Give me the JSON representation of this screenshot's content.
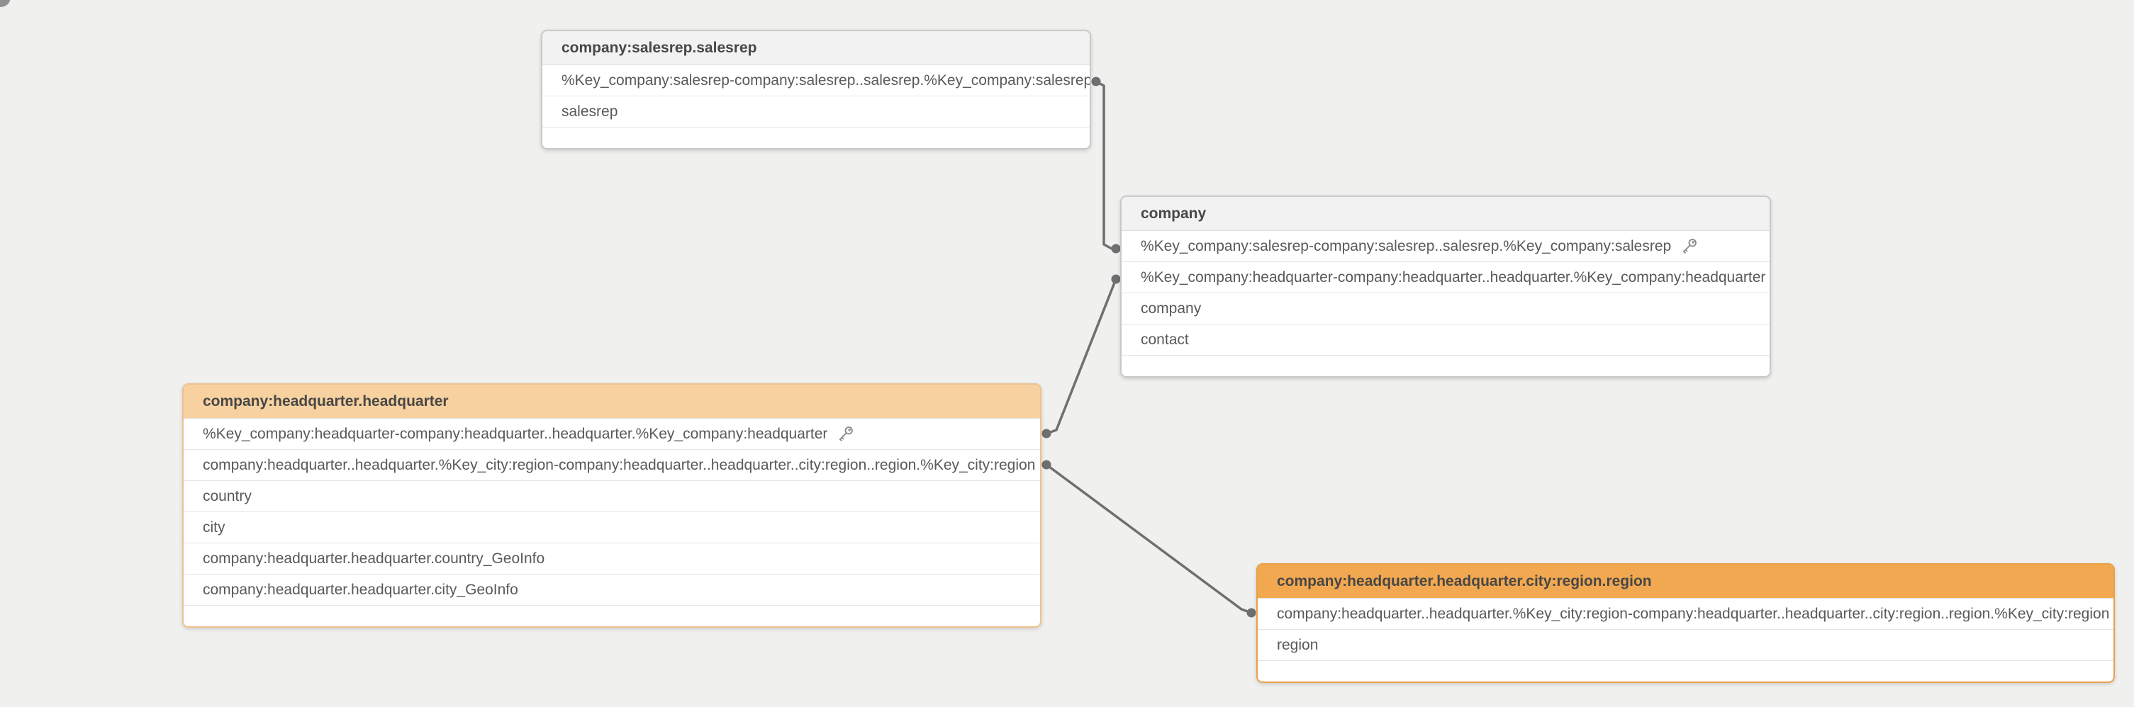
{
  "canvas": {
    "background": "#f0f0ee",
    "connector_color": "#6f6f6f",
    "key_icon_color": "#8c8c8c"
  },
  "tables": [
    {
      "title": "company:salesrep.salesrep",
      "variant": "default",
      "header_bg": "#f2f2f2",
      "border_color": "#c9c9c9",
      "fields": [
        {
          "label": "%Key_company:salesrep-company:salesrep..salesrep.%Key_company:salesrep",
          "key": true
        },
        {
          "label": "salesrep",
          "key": false
        }
      ]
    },
    {
      "title": "company",
      "variant": "default",
      "header_bg": "#f2f2f2",
      "border_color": "#c9c9c9",
      "fields": [
        {
          "label": "%Key_company:salesrep-company:salesrep..salesrep.%Key_company:salesrep",
          "key": true
        },
        {
          "label": "%Key_company:headquarter-company:headquarter..headquarter.%Key_company:headquarter",
          "key": true
        },
        {
          "label": "company",
          "key": false
        },
        {
          "label": "contact",
          "key": false
        }
      ]
    },
    {
      "title": "company:headquarter.headquarter",
      "variant": "highlight-light-orange",
      "header_bg": "#f8d1a0",
      "border_color": "#eec290",
      "fields": [
        {
          "label": "%Key_company:headquarter-company:headquarter..headquarter.%Key_company:headquarter",
          "key": true
        },
        {
          "label": "company:headquarter..headquarter.%Key_city:region-company:headquarter..headquarter..city:region..region.%Key_city:region",
          "key": true
        },
        {
          "label": "country",
          "key": false
        },
        {
          "label": "city",
          "key": false
        },
        {
          "label": "company:headquarter.headquarter.country_GeoInfo",
          "key": false
        },
        {
          "label": "company:headquarter.headquarter.city_GeoInfo",
          "key": false
        }
      ]
    },
    {
      "title": "company:headquarter.headquarter.city:region.region",
      "variant": "highlight-orange",
      "header_bg": "#f2a850",
      "border_color": "#e9a04b",
      "fields": [
        {
          "label": "company:headquarter..headquarter.%Key_city:region-company:headquarter..headquarter..city:region..region.%Key_city:region",
          "key": true
        },
        {
          "label": "region",
          "key": false
        }
      ]
    }
  ],
  "connections": [
    {
      "from_table": "company:salesrep.salesrep",
      "to_table": "company",
      "on_field": "%Key_company:salesrep-company:salesrep..salesrep.%Key_company:salesrep"
    },
    {
      "from_table": "company",
      "to_table": "company:headquarter.headquarter",
      "on_field": "%Key_company:headquarter-company:headquarter..headquarter.%Key_company:headquarter"
    },
    {
      "from_table": "company:headquarter.headquarter",
      "to_table": "company:headquarter.headquarter.city:region.region",
      "on_field": "company:headquarter..headquarter.%Key_city:region-company:headquarter..headquarter..city:region..region.%Key_city:region"
    }
  ]
}
